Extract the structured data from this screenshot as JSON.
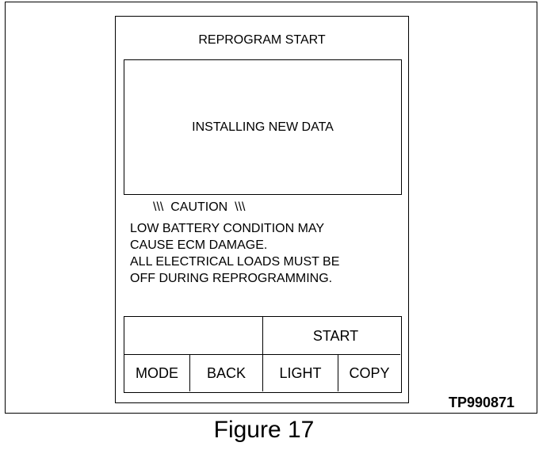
{
  "screen": {
    "title": "REPROGRAM START",
    "message": "INSTALLING NEW DATA",
    "caution_heading": "\\\\\\  CAUTION  \\\\\\",
    "caution_lines": [
      "LOW BATTERY CONDITION MAY",
      "CAUSE ECM DAMAGE.",
      "ALL ELECTRICAL LOADS MUST BE",
      "OFF DURING REPROGRAMMING."
    ]
  },
  "buttons": {
    "start": "START",
    "mode": "MODE",
    "back": "BACK",
    "light": "LIGHT",
    "copy": "COPY"
  },
  "figure": {
    "code": "TP990871",
    "caption": "Figure 17"
  }
}
